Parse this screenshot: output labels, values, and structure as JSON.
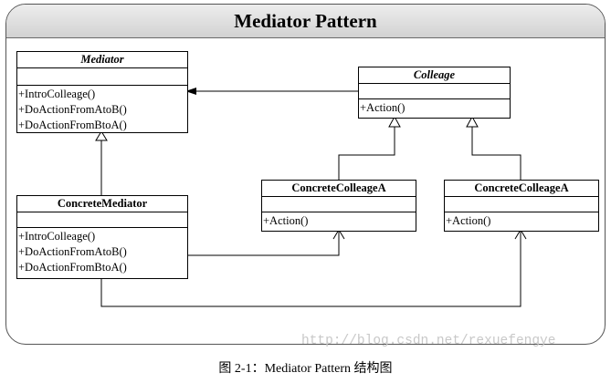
{
  "diagram": {
    "title": "Mediator Pattern",
    "classes": {
      "mediator": {
        "name": "Mediator",
        "operations": [
          "+IntroColleage()",
          "+DoActionFromAtoB()",
          "+DoActionFromBtoA()"
        ]
      },
      "colleage": {
        "name": "Colleage",
        "operations": [
          "+Action()"
        ]
      },
      "concrete_mediator": {
        "name": "ConcreteMediator",
        "operations": [
          "+IntroColleage()",
          "+DoActionFromAtoB()",
          "+DoActionFromBtoA()"
        ]
      },
      "concrete_colleage_a": {
        "name": "ConcreteColleageA",
        "operations": [
          "+Action()"
        ]
      },
      "concrete_colleage_b": {
        "name": "ConcreteColleageA",
        "operations": [
          "+Action()"
        ]
      }
    },
    "relations": [
      {
        "from": "ConcreteMediator",
        "to": "Mediator",
        "type": "generalization"
      },
      {
        "from": "ConcreteColleageA",
        "to": "Colleage",
        "type": "generalization"
      },
      {
        "from": "ConcreteColleageA",
        "to": "Colleage",
        "type": "generalization"
      },
      {
        "from": "Colleage",
        "to": "Mediator",
        "type": "association"
      },
      {
        "from": "ConcreteMediator",
        "to": "ConcreteColleageA",
        "type": "association"
      },
      {
        "from": "ConcreteMediator",
        "to": "ConcreteColleageA",
        "type": "association"
      }
    ]
  },
  "caption": "图 2-1：Mediator Pattern 结构图",
  "watermark": "http://blog.csdn.net/rexuefengye"
}
